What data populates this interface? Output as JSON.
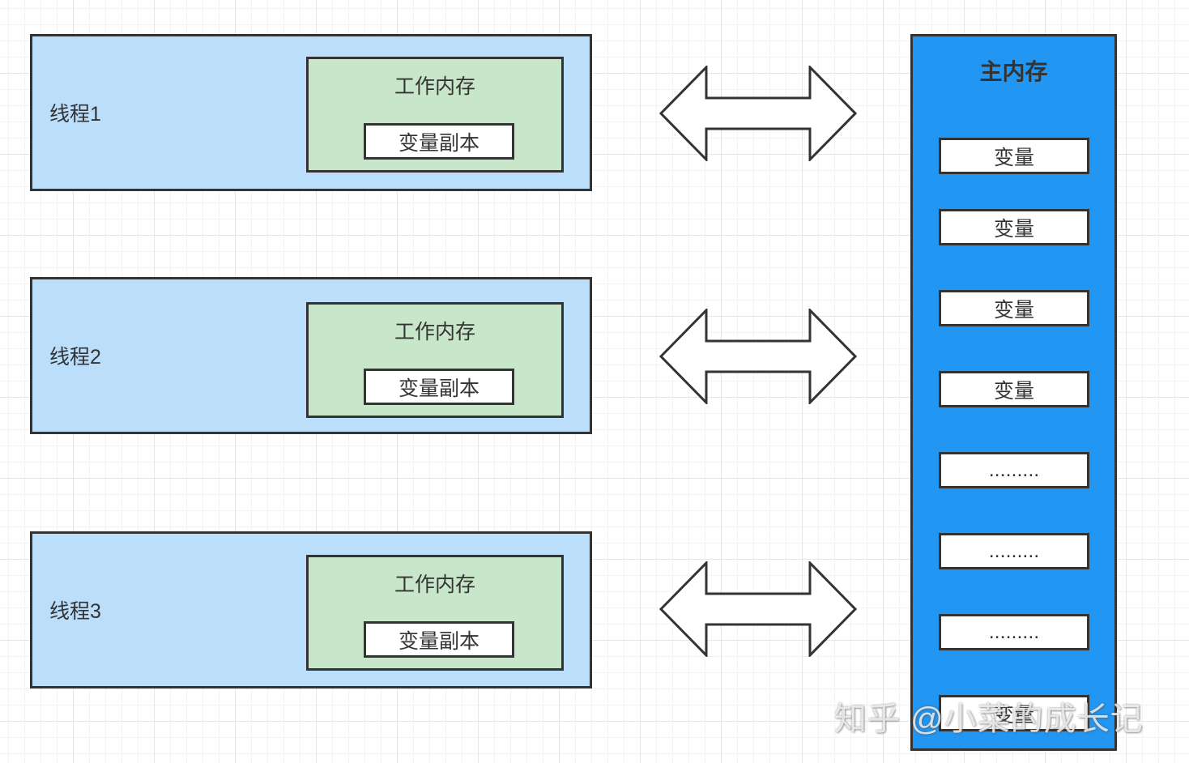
{
  "threads": [
    {
      "label": "线程1",
      "work_memory_title": "工作内存",
      "copy_label": "变量副本"
    },
    {
      "label": "线程2",
      "work_memory_title": "工作内存",
      "copy_label": "变量副本"
    },
    {
      "label": "线程3",
      "work_memory_title": "工作内存",
      "copy_label": "变量副本"
    }
  ],
  "main_memory": {
    "title": "主内存",
    "items": [
      "变量",
      "变量",
      "变量",
      "变量",
      ".........",
      ".........",
      ".........",
      "变量"
    ]
  },
  "watermark": "知乎 @小菜的成长记",
  "colors": {
    "thread_fill": "#bbdefb",
    "work_memory_fill": "#c8e6c9",
    "main_memory_fill": "#2196f3",
    "border": "#333333"
  },
  "icons": [
    "double-arrow-icon",
    "double-arrow-icon",
    "double-arrow-icon"
  ]
}
